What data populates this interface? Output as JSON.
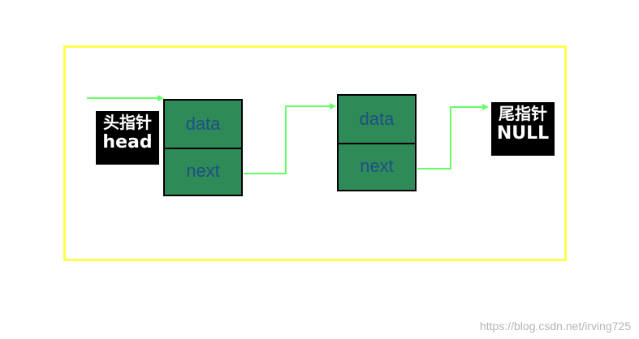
{
  "head_label": {
    "line1": "头指针",
    "line2": "head"
  },
  "tail_label": {
    "line1": "尾指针",
    "line2": "NULL"
  },
  "nodes": [
    {
      "data_label": "data",
      "next_label": "next"
    },
    {
      "data_label": "data",
      "next_label": "next"
    }
  ],
  "watermark": "https://blog.csdn.net/irving725",
  "colors": {
    "frame": "#ffff4d",
    "node_fill": "#2e8b57",
    "arrow": "#66ff66",
    "text": "#1f4f86"
  }
}
